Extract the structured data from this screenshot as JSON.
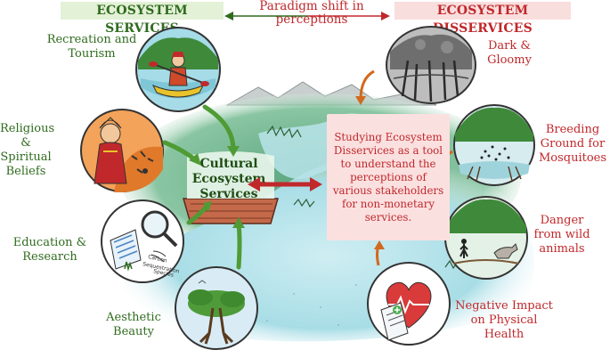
{
  "header": {
    "services_title": "ECOSYSTEM SERVICES",
    "disservices_title": "ECOSYSTEM DISSERVICES",
    "shift_line1": "Paradigm shift in",
    "shift_line2": "perceptions"
  },
  "services": [
    {
      "line1": "Recreation and",
      "line2": "Tourism",
      "icon": "kayak-icon"
    },
    {
      "line1": "Religious &",
      "line2": "Spiritual",
      "line3": "Beliefs",
      "icon": "goddess-tiger-icon"
    },
    {
      "line1": "Education &",
      "line2": "Research",
      "icon": "magnifier-book-icon"
    },
    {
      "line1": "Aesthetic",
      "line2": "Beauty",
      "icon": "mangrove-tree-icon"
    }
  ],
  "disservices": [
    {
      "line1": "Dark &",
      "line2": "Gloomy",
      "icon": "dark-forest-icon"
    },
    {
      "line1": "Breeding",
      "line2": "Ground for",
      "line3": "Mosquitoes",
      "icon": "mosquito-swamp-icon"
    },
    {
      "line1": "Danger",
      "line2": "from wild",
      "line3": "animals",
      "icon": "wild-animal-icon"
    },
    {
      "line1": "Negative Impact",
      "line2": "on Physical",
      "line3": "Health",
      "icon": "heart-health-icon"
    }
  ],
  "center": {
    "line1": "Cultural",
    "line2": "Ecosystem",
    "line3": "Services"
  },
  "study_box": "Studying Ecosystem Disservices as a tool to understand the perceptions of various stakeholders for non-monetary services.",
  "sketch_text": {
    "line1": "Carbon",
    "line2": "Sequestration",
    "line3": "Species"
  },
  "colors": {
    "green": "#2f6b1e",
    "red": "#c0282b",
    "orange": "#d2691e",
    "light_green": "#e3f1d7",
    "light_red": "#f9dede"
  }
}
